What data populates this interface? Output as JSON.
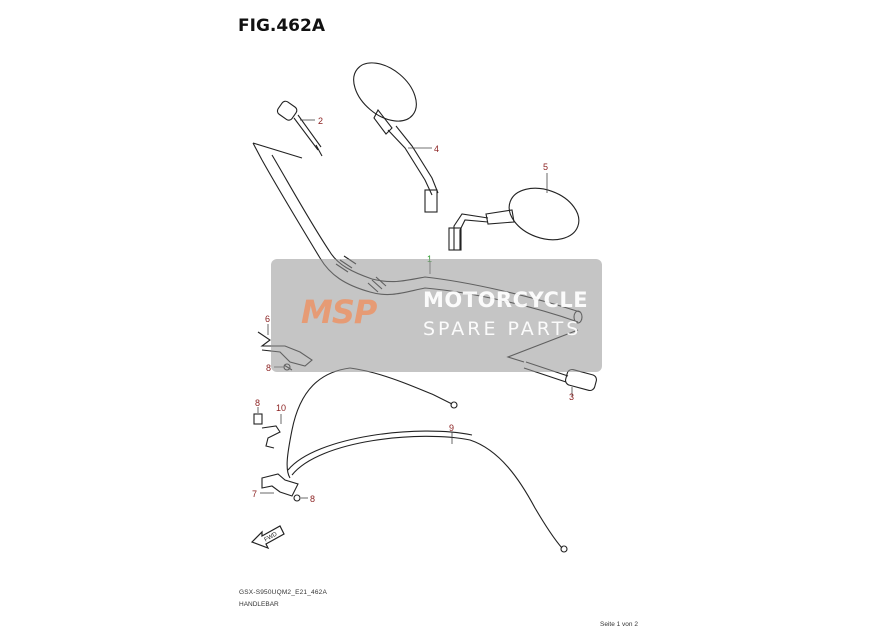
{
  "figure": {
    "title": "FIG.462A"
  },
  "callouts": {
    "c1": "1",
    "c2": "2",
    "c3": "3",
    "c4": "4",
    "c5": "5",
    "c6": "6",
    "c7": "7",
    "c8a": "8",
    "c8b": "8",
    "c8c": "8",
    "c9": "9",
    "c10": "10"
  },
  "fwd_label": "FWD",
  "watermark": {
    "logo": "MSP",
    "line1": "MOTORCYCLE",
    "line2": "SPARE PARTS"
  },
  "footer": {
    "model_code": "GSX-S950UQM2_E21_462A",
    "part_name": "HANDLEBAR",
    "page": "Seite 1 von 2"
  },
  "colors": {
    "callout": "#8a1f1f",
    "callout_highlight": "#2f9a2f",
    "watermark_band": "#969696",
    "logo": "#f08c5a"
  }
}
